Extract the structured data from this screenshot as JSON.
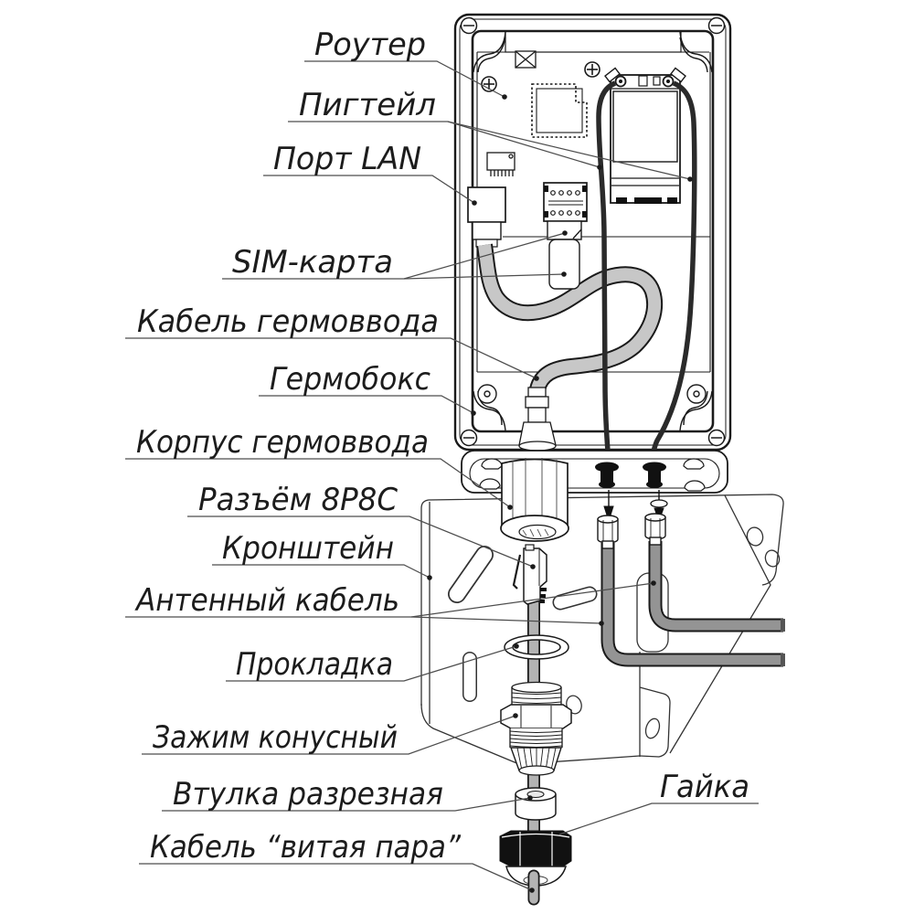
{
  "diagram": {
    "type": "exploded-assembly-technical-drawing",
    "language": "ru",
    "labels": [
      {
        "id": "router",
        "text": "Роутер"
      },
      {
        "id": "pigtail",
        "text": "Пигтейл"
      },
      {
        "id": "lan-port",
        "text": "Порт LAN"
      },
      {
        "id": "sim-card",
        "text": "SIM-карта"
      },
      {
        "id": "gland-cable",
        "text": "Кабель гермоввода"
      },
      {
        "id": "hermobox",
        "text": "Гермобокс"
      },
      {
        "id": "gland-body",
        "text": "Корпус гермоввода"
      },
      {
        "id": "plug-8p8c",
        "text": "Разъём 8P8C"
      },
      {
        "id": "bracket",
        "text": "Кронштейн"
      },
      {
        "id": "antenna-cable",
        "text": "Антенный кабель"
      },
      {
        "id": "gasket",
        "text": "Прокладка"
      },
      {
        "id": "cone-clamp",
        "text": "Зажим конусный"
      },
      {
        "id": "split-bushing",
        "text": "Втулка разрезная"
      },
      {
        "id": "nut",
        "text": "Гайка"
      },
      {
        "id": "twisted-pair",
        "text": "Кабель “витая пара”"
      }
    ],
    "colors": {
      "line": "#1a1a1a",
      "leader": "#4d4d4d",
      "cable_light": "#c7c7c7",
      "cable_mid": "#949494",
      "cable_tp": "#b3b3b3",
      "pigtail_dark": "#2a2a2a",
      "part_black": "#111111"
    }
  }
}
